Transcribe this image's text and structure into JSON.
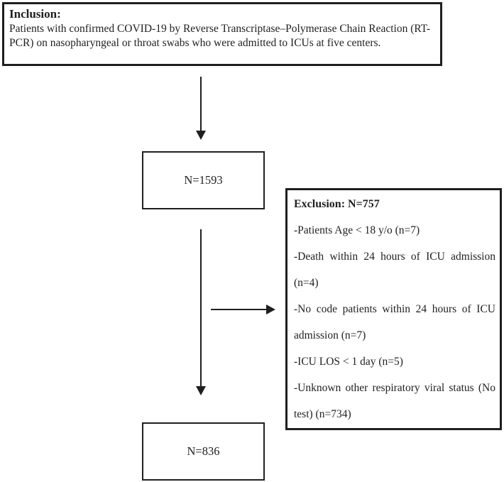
{
  "diagram": {
    "inclusion": {
      "title": "Inclusion:",
      "body": "Patients with confirmed COVID-19 by Reverse Transcriptase–Polymerase Chain Reaction (RT-PCR) on nasopharyngeal or throat swabs who were admitted to ICUs at five centers."
    },
    "cohort": {
      "label": "N=1593"
    },
    "exclusion": {
      "title": "Exclusion: N=757",
      "items": [
        "-Patients Age < 18 y/o (n=7)",
        "-Death within 24 hours of ICU admission (n=4)",
        "-No code patients within 24 hours of ICU admission (n=7)",
        "-ICU LOS < 1 day (n=5)",
        "-Unknown other respiratory viral status (No test) (n=734)"
      ]
    },
    "final": {
      "label": "N=836"
    }
  },
  "colors": {
    "line": "#1f1f1f",
    "text": "#1f1f1f",
    "background": "#ffffff"
  }
}
